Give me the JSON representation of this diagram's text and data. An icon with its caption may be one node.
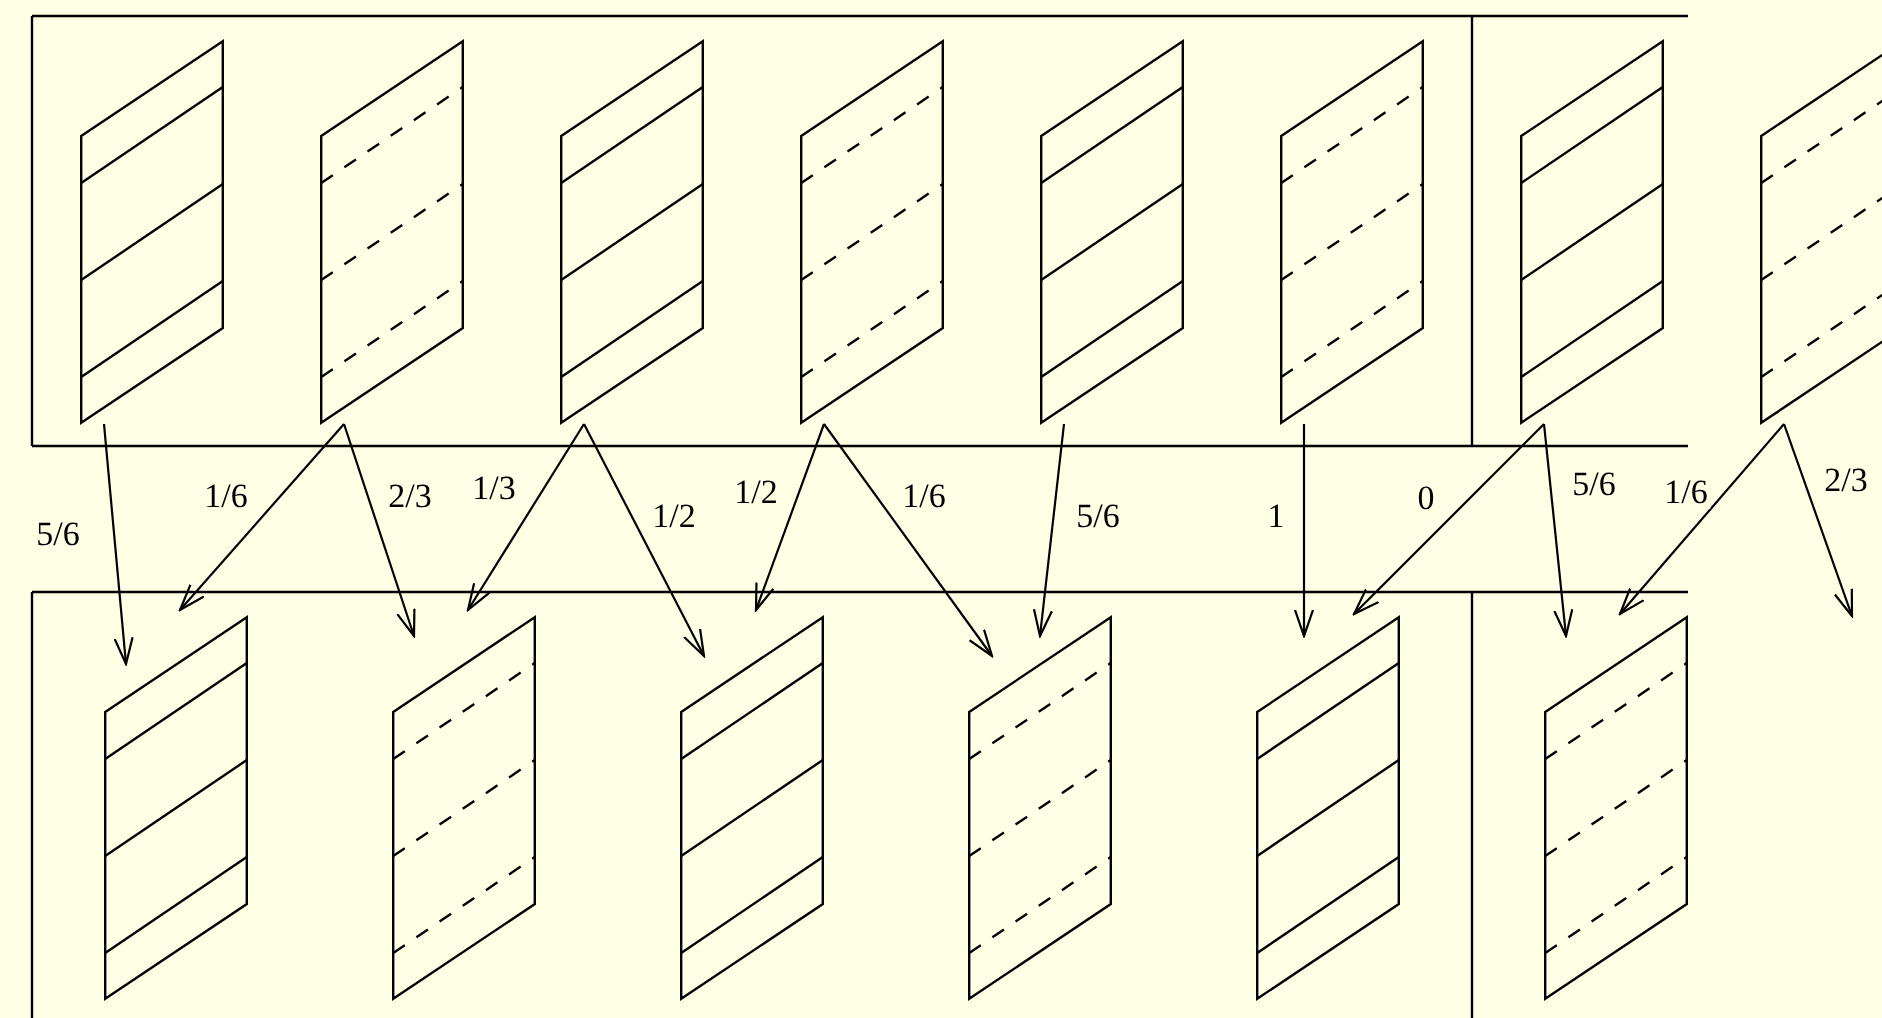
{
  "diagram": {
    "nodes": [
      {
        "text": [],
        "shape": "parallelogram"
      },
      {
        "text": [],
        "shape": "parallelogram"
      },
      {
        "text": [],
        "shape": "parallelogram"
      },
      {
        "text": [],
        "shape": "parallelogram"
      },
      {
        "text": [],
        "shape": "parallelogram"
      },
      {
        "text": [],
        "shape": "parallelogram"
      },
      {
        "text": [],
        "shape": "parallelogram"
      },
      {
        "text": [],
        "shape": "parallelogram"
      },
      {
        "text": [],
        "shape": "parallelogram"
      },
      {
        "text": [],
        "shape": "parallelogram"
      },
      {
        "text": [],
        "shape": "parallelogram"
      },
      {
        "text": [],
        "shape": "parallelogram"
      },
      {
        "text": [],
        "shape": "parallelogram"
      },
      {
        "text": [],
        "shape": "parallelogram"
      }
    ],
    "edges": [
      {
        "from": 0,
        "to": 8,
        "arrow": "to",
        "label": "5/6"
      },
      {
        "from": 1,
        "to": 8,
        "arrow": "to",
        "label": "1/6"
      },
      {
        "from": 1,
        "to": 9,
        "arrow": "to",
        "label": "2/3"
      },
      {
        "from": 2,
        "to": 9,
        "arrow": "to",
        "label": "1/3"
      },
      {
        "from": 2,
        "to": 10,
        "arrow": "to",
        "label": "1/2"
      },
      {
        "from": 3,
        "to": 10,
        "arrow": "to",
        "label": "1/2"
      },
      {
        "from": 3,
        "to": 11,
        "arrow": "to",
        "label": "1/6"
      },
      {
        "from": 4,
        "to": 11,
        "arrow": "to",
        "label": "5/6"
      },
      {
        "from": 5,
        "to": 12,
        "arrow": "to",
        "label": "1"
      },
      {
        "from": 6,
        "to": 12,
        "arrow": "to",
        "label": "0"
      },
      {
        "from": 6,
        "to": 13,
        "arrow": "to",
        "label": "5/6"
      },
      {
        "from": 7,
        "to": 13,
        "arrow": "to",
        "label": "1/6"
      },
      {
        "from": 7,
        "to": null,
        "arrow": "to",
        "label": "2/3"
      }
    ]
  }
}
